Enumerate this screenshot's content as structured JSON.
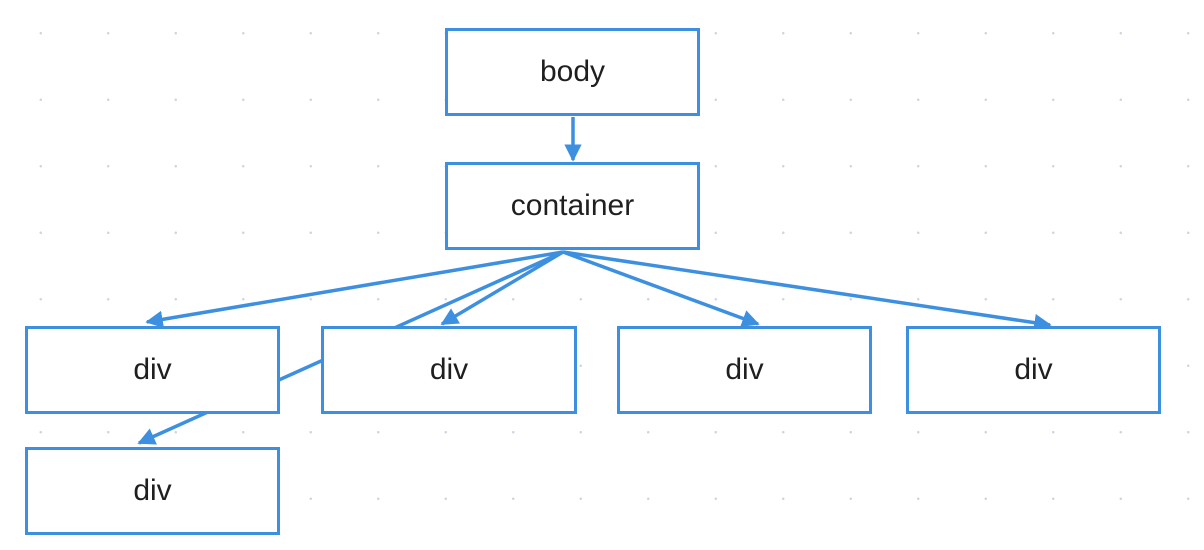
{
  "diagram": {
    "nodes": {
      "body": {
        "label": "body"
      },
      "container": {
        "label": "container"
      },
      "div_1": {
        "label": "div"
      },
      "div_2": {
        "label": "div"
      },
      "div_3": {
        "label": "div"
      },
      "div_4": {
        "label": "div"
      },
      "div_5": {
        "label": "div"
      }
    },
    "edges": [
      {
        "from": "body",
        "to": "container"
      },
      {
        "from": "container",
        "to": "div_1"
      },
      {
        "from": "container",
        "to": "div_2"
      },
      {
        "from": "container",
        "to": "div_3"
      },
      {
        "from": "container",
        "to": "div_4"
      },
      {
        "from": "container",
        "to": "div_5"
      }
    ],
    "colors": {
      "node_border": "#3d8fe0",
      "edge": "#3d8fe0",
      "grid_dot": "#cfd6e0",
      "background": "#ffffff"
    }
  }
}
